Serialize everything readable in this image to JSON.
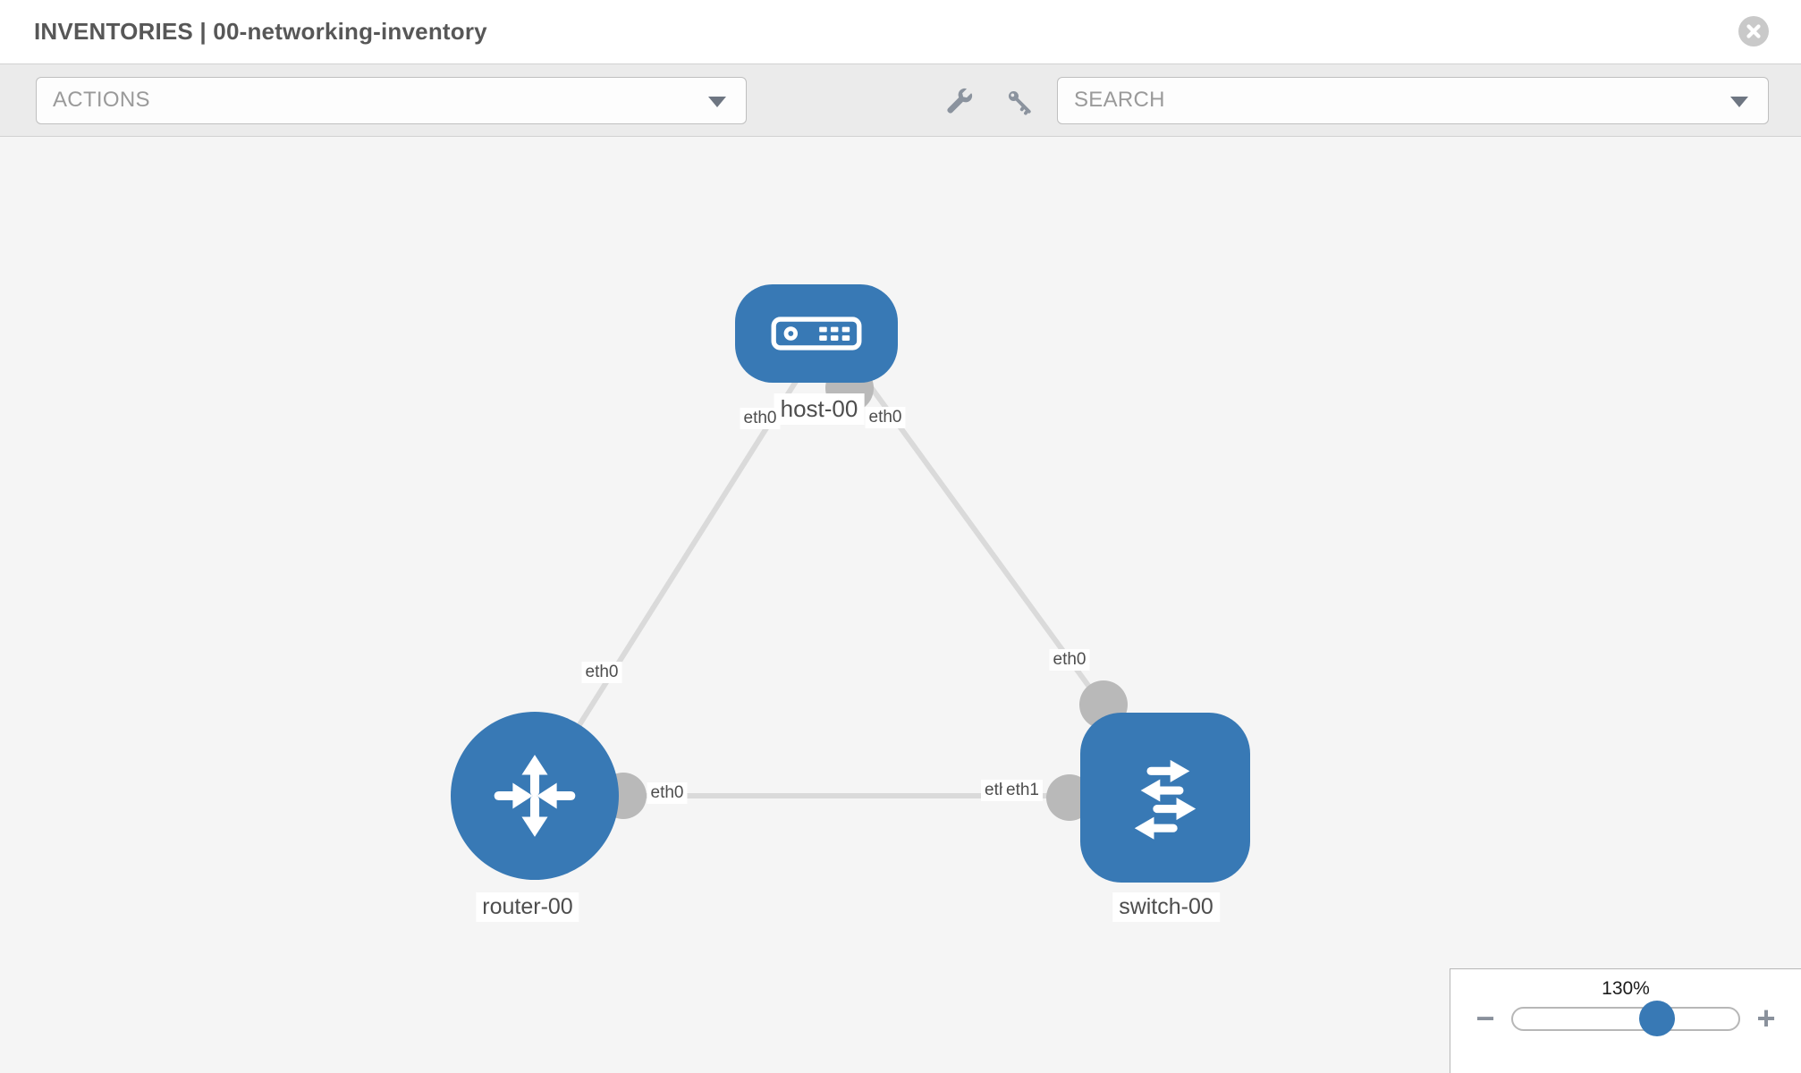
{
  "header": {
    "title": "INVENTORIES | 00-networking-inventory",
    "close_icon": "close-icon"
  },
  "toolbar": {
    "actions_label": "ACTIONS",
    "search_label": "SEARCH",
    "icons": [
      "wrench-icon",
      "key-icon"
    ],
    "caret_icon": "chevron-down-icon"
  },
  "colors": {
    "node_blue": "#3879b5",
    "connector_gray": "#b9b9b9",
    "link_gray": "#dadada",
    "canvas_bg": "#f5f5f5",
    "toolbar_bg": "#ebebeb"
  },
  "topology": {
    "nodes": [
      {
        "id": "host-00",
        "type": "host",
        "label": "host-00"
      },
      {
        "id": "router-00",
        "type": "router",
        "label": "router-00"
      },
      {
        "id": "switch-00",
        "type": "switch",
        "label": "switch-00"
      }
    ],
    "links": [
      {
        "source": "router-00",
        "source_if": "eth0",
        "target": "host-00",
        "target_if": "eth0"
      },
      {
        "source": "switch-00",
        "source_if": "eth0",
        "target": "host-00",
        "target_if": "eth0"
      },
      {
        "source": "router-00",
        "source_if": "eth0",
        "target": "switch-00",
        "target_if": "eth1"
      }
    ],
    "iface_labels": [
      {
        "text": "eth0"
      },
      {
        "text": "eth0"
      },
      {
        "text": "eth0"
      },
      {
        "text": "eth0"
      },
      {
        "text": "eth0"
      },
      {
        "text": "eth0"
      },
      {
        "text": "eth1"
      }
    ]
  },
  "zoom_control": {
    "value_label": "130%",
    "minus_label": "−",
    "plus_label": "+",
    "percent": 130
  }
}
